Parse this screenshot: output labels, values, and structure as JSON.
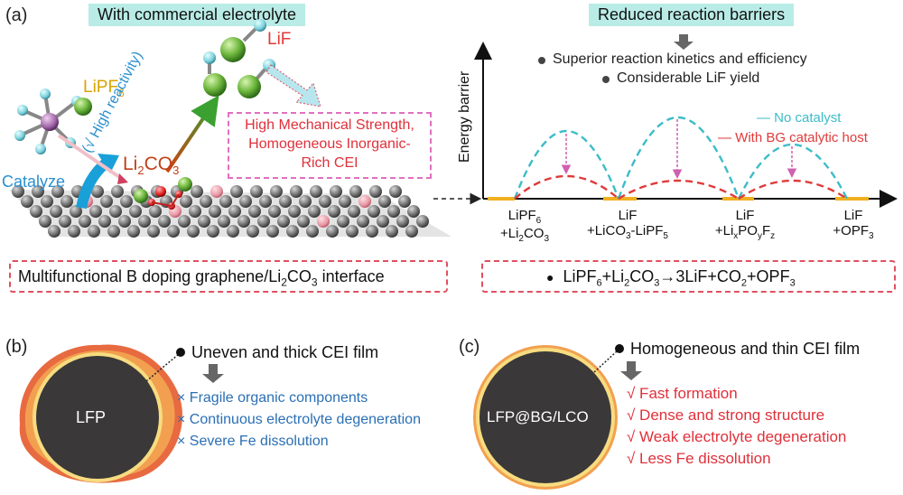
{
  "panels": {
    "a": "(a)",
    "b": "(b)",
    "c": "(c)"
  },
  "panel_a_left": {
    "banner": "With commercial electrolyte",
    "lipf6": "LiPF",
    "lipf6_sub": "6",
    "lif": "LiF",
    "high_reactivity": "(√ High reactivity)",
    "catalyze": "Catalyze",
    "li2co3_a": "Li",
    "li2co3_b": "2",
    "li2co3_c": "CO",
    "li2co3_d": "3",
    "cei_line1": "High Mechanical Strength,",
    "cei_line2": "Homogeneous Inorganic-",
    "cei_line3": "Rich CEI",
    "interface_a": "Multifunctional B doping graphene/Li",
    "interface_b": "2",
    "interface_c": "CO",
    "interface_d": "3",
    "interface_e": " interface"
  },
  "panel_a_right": {
    "banner": "Reduced reaction barriers",
    "bullet1": "Superior reaction kinetics and efficiency",
    "bullet2": "Considerable LiF yield",
    "ylabel": "Energy barrier",
    "legend_no_catalyst": "— No catalyst",
    "legend_bg": "— With BG catalytic host",
    "colors": {
      "no_catalyst": "#3cbcc8",
      "bg_host": "#e03a3a",
      "arrow": "#d060b0",
      "segment": "#f0b020"
    },
    "xlabels": [
      {
        "l1a": "LiPF",
        "l1s": "6",
        "l1b": "",
        "l2a": "+Li",
        "l2s": "2",
        "l2b": "CO",
        "l2s2": "3",
        "l2c": ""
      },
      {
        "l1a": "LiF",
        "l1s": "",
        "l1b": "",
        "l2a": "+LiCO",
        "l2s": "3",
        "l2b": "-LiPF",
        "l2s2": "5",
        "l2c": ""
      },
      {
        "l1a": "LiF",
        "l1s": "",
        "l1b": "",
        "l2a": "+Li",
        "l2s": "x",
        "l2b": "PO",
        "l2s2": "y",
        "l2c": "F",
        "l2s3": "z"
      },
      {
        "l1a": "LiF",
        "l1s": "",
        "l1b": "",
        "l2a": "+OPF",
        "l2s": "3",
        "l2b": "",
        "l2s2": "",
        "l2c": ""
      }
    ],
    "reaction": {
      "p1": "LiPF",
      "s1": "6",
      "p2": "+Li",
      "s2": "2",
      "p3": "CO",
      "s3": "3",
      "p4": "→3LiF+CO",
      "s4": "2",
      "p5": "+OPF",
      "s5": "3"
    }
  },
  "panel_b": {
    "title": "Uneven and thick CEI film",
    "particle": "LFP",
    "items": [
      "× Fragile organic components",
      "× Continuous electrolyte degeneration",
      "× Severe Fe dissolution"
    ],
    "color": "#2a6fb5"
  },
  "panel_c": {
    "title": "Homogeneous and thin CEI film",
    "particle": "LFP@BG/LCO",
    "items": [
      "√ Fast formation",
      "√ Dense and strong structure",
      "√ Weak electrolyte degeneration",
      "√ Less Fe dissolution"
    ],
    "color": "#e0303a"
  }
}
